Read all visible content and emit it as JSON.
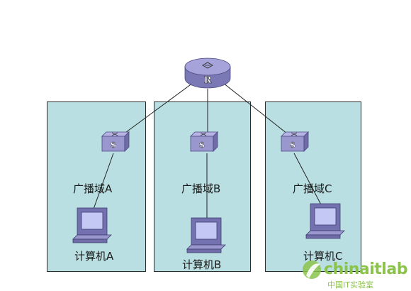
{
  "router": {
    "label": "R"
  },
  "domains": [
    {
      "switch_label": "S",
      "domain_label": "广播域A",
      "pc_label": "计算机A"
    },
    {
      "switch_label": "S",
      "domain_label": "广播域B",
      "pc_label": "计算机B"
    },
    {
      "switch_label": "S",
      "domain_label": "广播域C",
      "pc_label": "计算机C"
    }
  ],
  "watermark": {
    "text": "chinaitlab",
    "subtext": "中国IT实验室"
  },
  "colors": {
    "domain_fill": "#b9dfe2",
    "device_fill": "#9a97cf",
    "device_dark": "#6f6ca8",
    "pc_screen": "#b9c0f0",
    "watermark": "#8bc34a"
  }
}
